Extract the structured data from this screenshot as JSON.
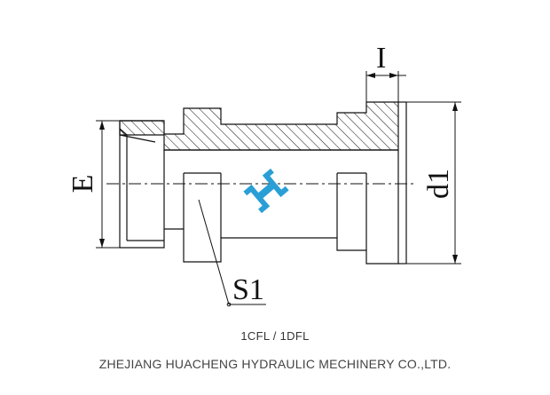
{
  "drawing": {
    "labels": {
      "length": "I",
      "thread": "E",
      "flange_diameter": "d1",
      "hex": "S1"
    },
    "model": {
      "part1": "1CFL",
      "separator": " / ",
      "part2": "1DFL"
    },
    "company": "ZHEJIANG HUACHENG HYDRAULIC MECHINERY CO.,LTD.",
    "colors": {
      "line": "#111111",
      "logo": "#2a9fd6",
      "text": "#333333"
    }
  }
}
